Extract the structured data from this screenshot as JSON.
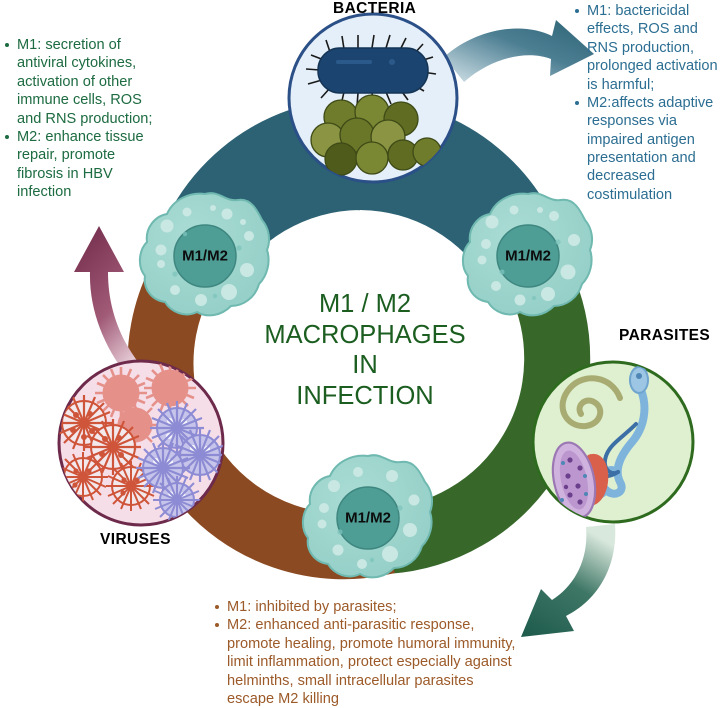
{
  "figure": {
    "title_lines": "M1 / M2\nMACROPHAGES\nIN\nINFECTION",
    "background": "#ffffff"
  },
  "center": {
    "title": "M1 / M2\nMACROPHAGES\nIN\nINFECTION",
    "text_color": "#1B5E20"
  },
  "labels": {
    "bacteria": "BACTERIA",
    "parasites": "PARASITES",
    "viruses": "VIRUSES"
  },
  "macrophages": [
    {
      "label": "M1/M2",
      "position": "upper-left"
    },
    {
      "label": "M1/M2",
      "position": "upper-right"
    },
    {
      "label": "M1/M2",
      "position": "bottom-center"
    }
  ],
  "callouts": {
    "viruses": {
      "color": "#1D6B41",
      "items": [
        "M1: secretion of antiviral cytokines, activation of other immune cells, ROS and RNS production;",
        "M2: enhance tissue repair, promote fibrosis in HBV infection"
      ]
    },
    "bacteria": {
      "color": "#2C6E92",
      "items": [
        "M1: bactericidal effects, ROS and RNS production, prolonged activation is harmful;",
        "M2:affects adaptive responses via impaired antigen presentation and decreased costimulation"
      ]
    },
    "parasites": {
      "color": "#9C5A29",
      "items": [
        "M1: inhibited by parasites;",
        "M2: enhanced anti-parasitic response, promote healing, promote humoral immunity, limit inflammation, protect especially against helminths, small intracellular parasites escape M2 killing"
      ]
    }
  },
  "ring": {
    "segments": [
      {
        "name": "bacteria-segment",
        "color": "#2C6274"
      },
      {
        "name": "parasites-segment",
        "color": "#37682A"
      },
      {
        "name": "viruses-segment",
        "color": "#8B4A21"
      }
    ],
    "inner_color": "#ffffff"
  },
  "arrows": [
    {
      "name": "bacteria-arrow",
      "color_start": "#cfe0e6",
      "color_end": "#2C6274"
    },
    {
      "name": "parasites-arrow",
      "color_start": "#cde0d6",
      "color_end": "#1F5C4D"
    },
    {
      "name": "viruses-arrow",
      "color_start": "#efd9e2",
      "color_end": "#7B3355"
    }
  ],
  "pathogen_circles": {
    "bacteria": {
      "fill": "#E4EFF9",
      "stroke": "#2B4F87",
      "rod_color": "#1C4470",
      "cocci_color": "#5A6B23"
    },
    "viruses": {
      "fill": "#F6DEE9",
      "stroke": "#6E2A4B",
      "virus_red": "#E08A80",
      "virus_purple": "#8C8BD4"
    },
    "parasites": {
      "fill": "#DFF0D0",
      "stroke": "#2E6B1F",
      "worm_olive": "#A8AC72",
      "worm_blue": "#7EB4DC",
      "amoeba_purple": "#C9ADD8",
      "amoeba_red": "#D9604A"
    }
  },
  "macrophage_style": {
    "body": "#9BD4CC",
    "body_stroke": "#6FB9B0",
    "nucleus": "#4E9E96",
    "vesicle": "#C6E7E2"
  }
}
